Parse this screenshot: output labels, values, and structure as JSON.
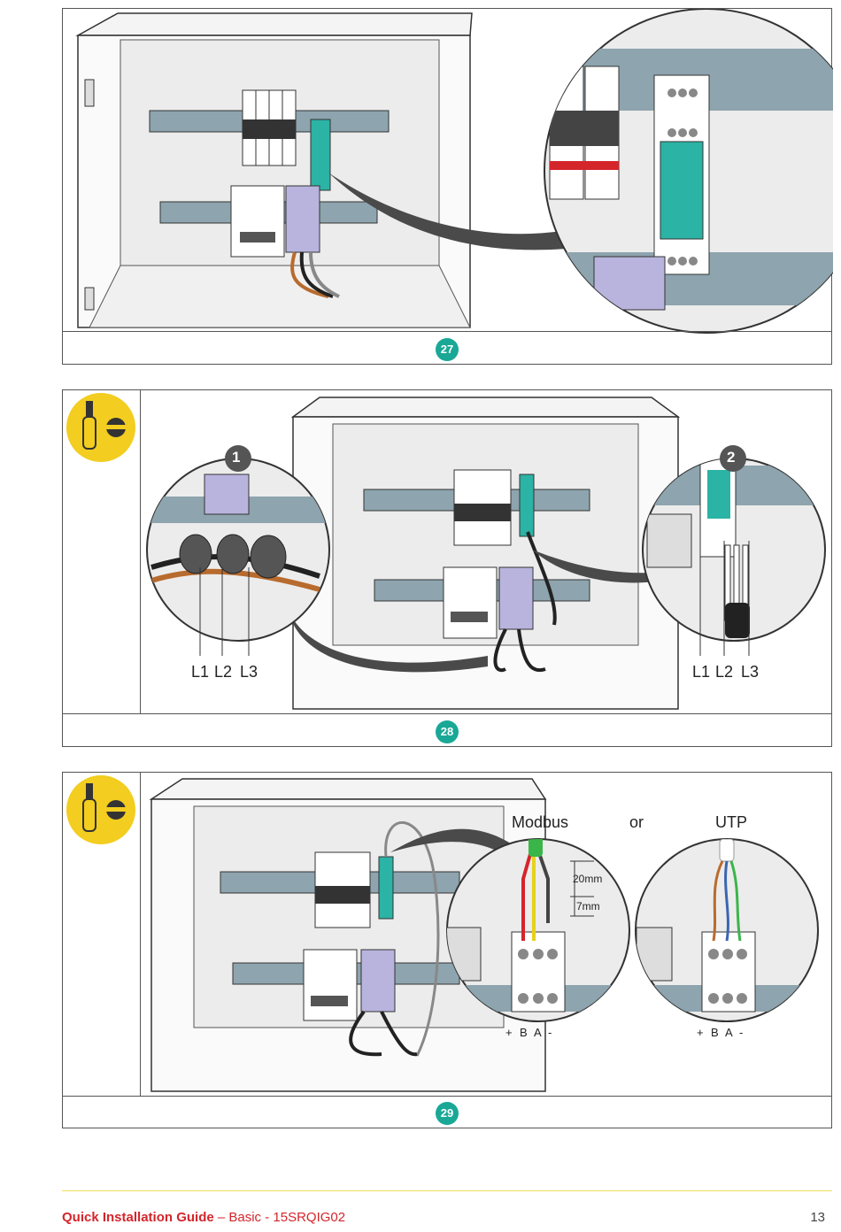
{
  "steps": [
    {
      "number": "27"
    },
    {
      "number": "28",
      "callouts": [
        "1",
        "2"
      ],
      "left_labels": [
        "L1",
        "L2",
        "L3"
      ],
      "right_labels": [
        "L1",
        "L2",
        "L3"
      ]
    },
    {
      "number": "29",
      "modbus_title": "Modbus",
      "or_label": "or",
      "utp_title": "UTP",
      "dim_20": "20mm",
      "dim_7": "7mm",
      "terminals_left": [
        "+",
        "B",
        "A",
        "-"
      ],
      "terminals_right": [
        "+",
        "B",
        "A",
        "-"
      ]
    }
  ],
  "tool_icon": "screwdriver-icon",
  "colors": {
    "accent": "#19a896",
    "tool_bg": "#f3cd1f",
    "footer_red": "#d4252b",
    "rail": "#8ea4ae"
  },
  "footer": {
    "title": "Quick Installation Guide",
    "subtitle": " – Basic - 15SRQIG02",
    "page": "13"
  }
}
